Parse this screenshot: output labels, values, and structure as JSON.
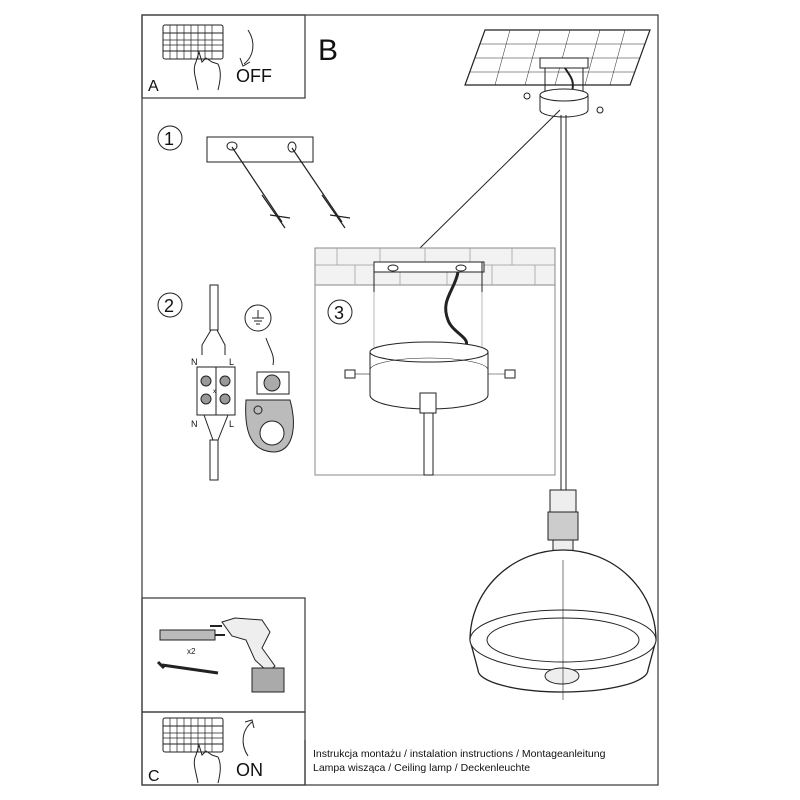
{
  "panel_a": {
    "label": "A",
    "action": "OFF"
  },
  "panel_b": {
    "label": "B"
  },
  "steps": {
    "step1": "1",
    "step2": "2",
    "step3": "3"
  },
  "wiring": {
    "neutral_top": "N",
    "live_top": "L",
    "neutral_bottom": "N",
    "live_bottom": "L",
    "terminal_x": "x"
  },
  "fixings": {
    "quantity": "x2"
  },
  "panel_c": {
    "label": "C",
    "action": "ON"
  },
  "caption": {
    "line1": "Instrukcja montażu / instalation instructions / Montageanleitung",
    "line2": "Lampa wisząca / Ceiling lamp  / Deckenleuchte"
  }
}
